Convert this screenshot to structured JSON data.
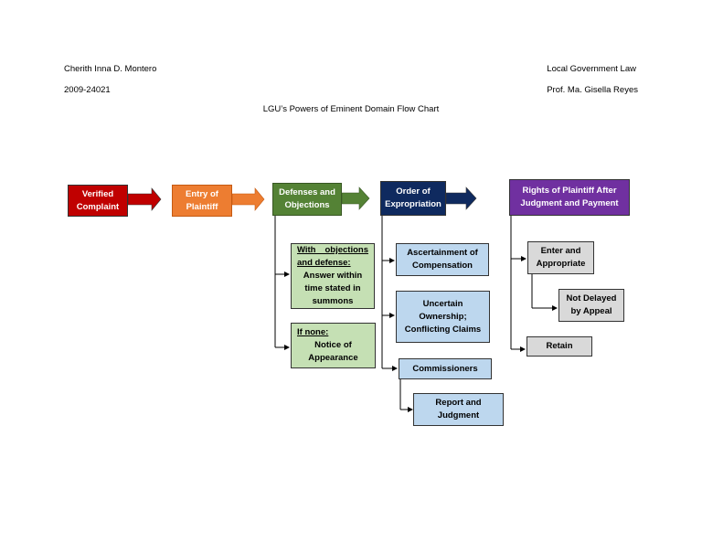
{
  "header": {
    "author": "Cherith Inna D. Montero",
    "student_id": "2009-24021",
    "course": "Local Government Law",
    "professor": "Prof. Ma. Gisella Reyes",
    "title": "LGU’s Powers of Eminent Domain Flow Chart"
  },
  "diagram": {
    "steps": [
      {
        "line1": "Verified",
        "line2": "Complaint"
      },
      {
        "line1": "Entry of",
        "line2": "Plaintiff"
      },
      {
        "line1": "Defenses and",
        "line2": "Objections"
      },
      {
        "line1": "Order of",
        "line2": "Expropriation"
      },
      {
        "line1": "Rights of Plaintiff After",
        "line2": "Judgment and Payment"
      }
    ],
    "defenses": {
      "with": {
        "heading1": "With objections",
        "heading2": "and defense:",
        "line1": "Answer within",
        "line2": "time stated in",
        "line3": "summons"
      },
      "none": {
        "heading": "If none:",
        "line1": "Notice of",
        "line2": "Appearance"
      }
    },
    "order": {
      "ascertainment": {
        "line1": "Ascertainment of",
        "line2": "Compensation"
      },
      "uncertain": {
        "line1": "Uncertain",
        "line2": "Ownership;",
        "line3": "Conflicting Claims"
      },
      "commissioners": "Commissioners",
      "report": {
        "line1": "Report and",
        "line2": "Judgment"
      }
    },
    "rights": {
      "enter": {
        "line1": "Enter and",
        "line2": "Appropriate"
      },
      "not_delayed": {
        "line1": "Not Delayed",
        "line2": "by Appeal"
      },
      "retain": "Retain"
    }
  },
  "colors": {
    "red": "#c00000",
    "orange": "#ed7d31",
    "green": "#548235",
    "navy": "#0f2a5f",
    "purple": "#7030a0",
    "light_green": "#c5e0b4",
    "light_blue": "#bdd7ee",
    "gray": "#d9d9d9"
  }
}
